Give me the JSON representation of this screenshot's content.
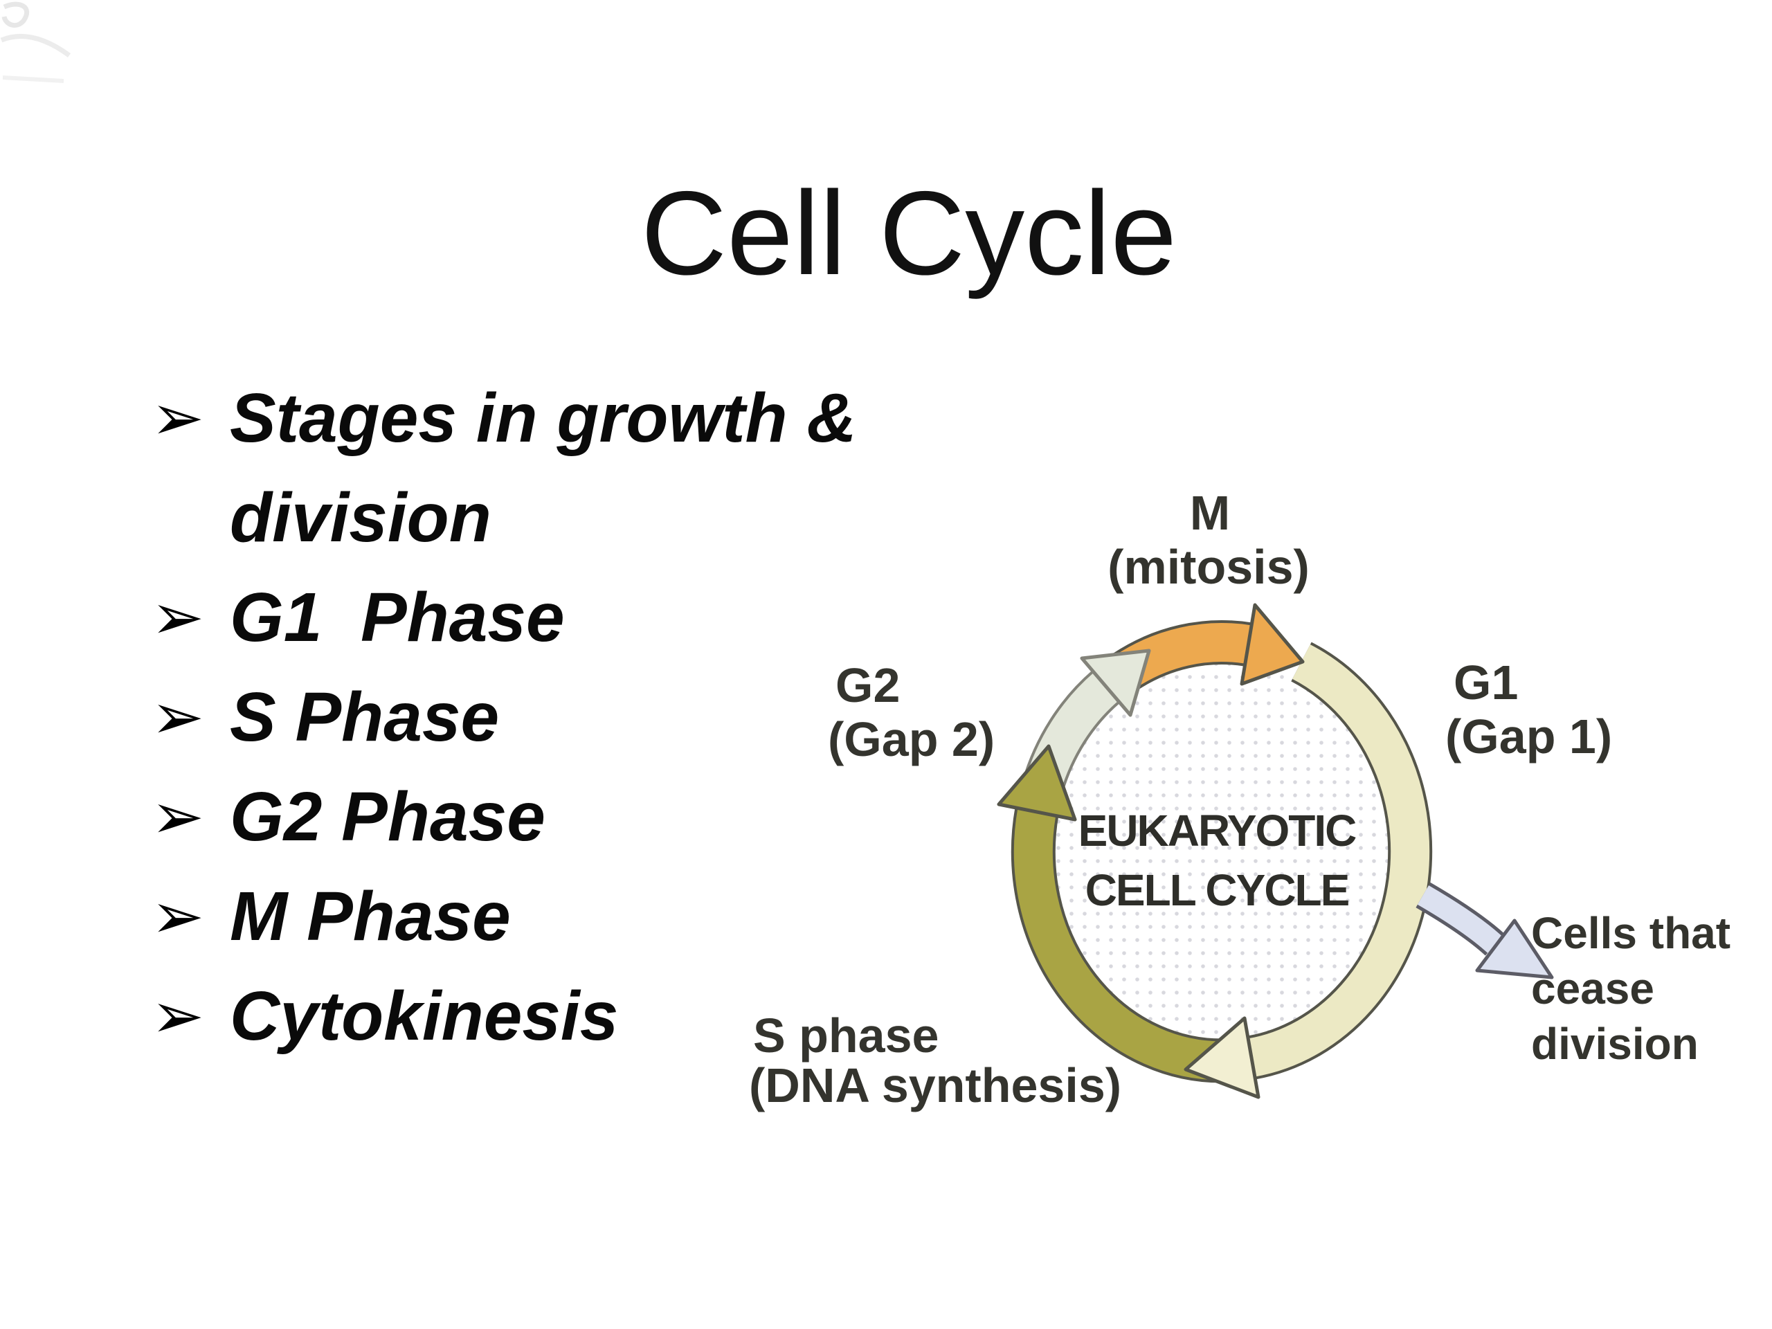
{
  "slide": {
    "title": "Cell Cycle"
  },
  "bullet_list": {
    "icon": "➢",
    "items": [
      "Stages in growth & division",
      "G1  Phase",
      "S Phase",
      "G2 Phase",
      "M Phase",
      "Cytokinesis"
    ]
  },
  "diagram": {
    "center": {
      "line1": "EUKARYOTIC",
      "line2": "CELL CYCLE"
    },
    "labels": {
      "m": "M",
      "m_sub": "(mitosis)",
      "g1": "G1",
      "g1_sub": "(Gap 1)",
      "g2": "G2",
      "g2_sub": "(Gap 2)",
      "s": "S phase",
      "s_sub": "(DNA synthesis)",
      "cease_line1": "Cells that",
      "cease_line2": "cease",
      "cease_line3": "division"
    },
    "colors": {
      "m_arrow": "#eda94f",
      "g1_arc": "#ece9c4",
      "g1_arrowhead": "#f2efd2",
      "s_arc": "#a9a444",
      "g2_arc": "#e4e8db",
      "cease_arrow": "#dce1f0",
      "outline_dark": "#55554a",
      "outline_soft": "#83837a",
      "dots": "#d8d8de",
      "label_text": "#34342e",
      "center_text": "#2e2e29"
    }
  }
}
